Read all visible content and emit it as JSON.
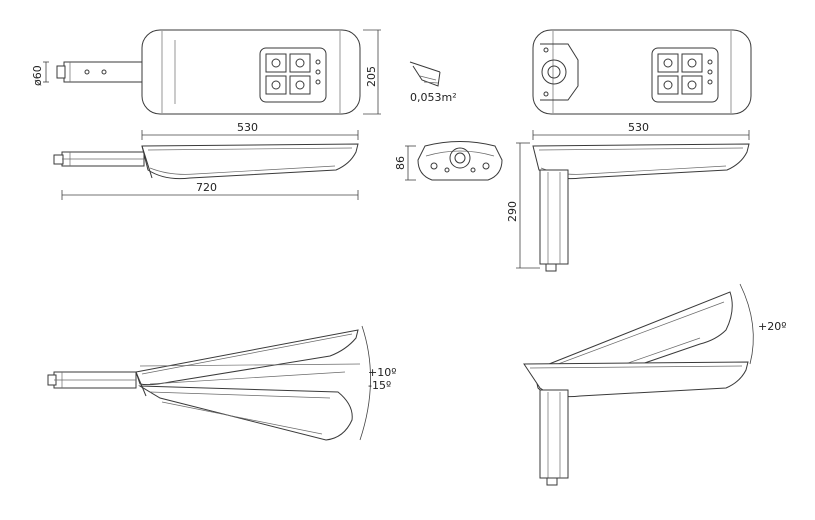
{
  "dimensions": {
    "pole_diameter": "ø60",
    "height_top": "205",
    "length_top_left": "530",
    "length_top_right": "530",
    "total_length": "720",
    "section_height": "86",
    "pole_height": "290",
    "wind_area": "0,053m²"
  },
  "tilt": {
    "side_entry": "+10º\n-15º",
    "side_entry_up": "+10º",
    "side_entry_down": "-15º",
    "post_top": "+20º"
  }
}
